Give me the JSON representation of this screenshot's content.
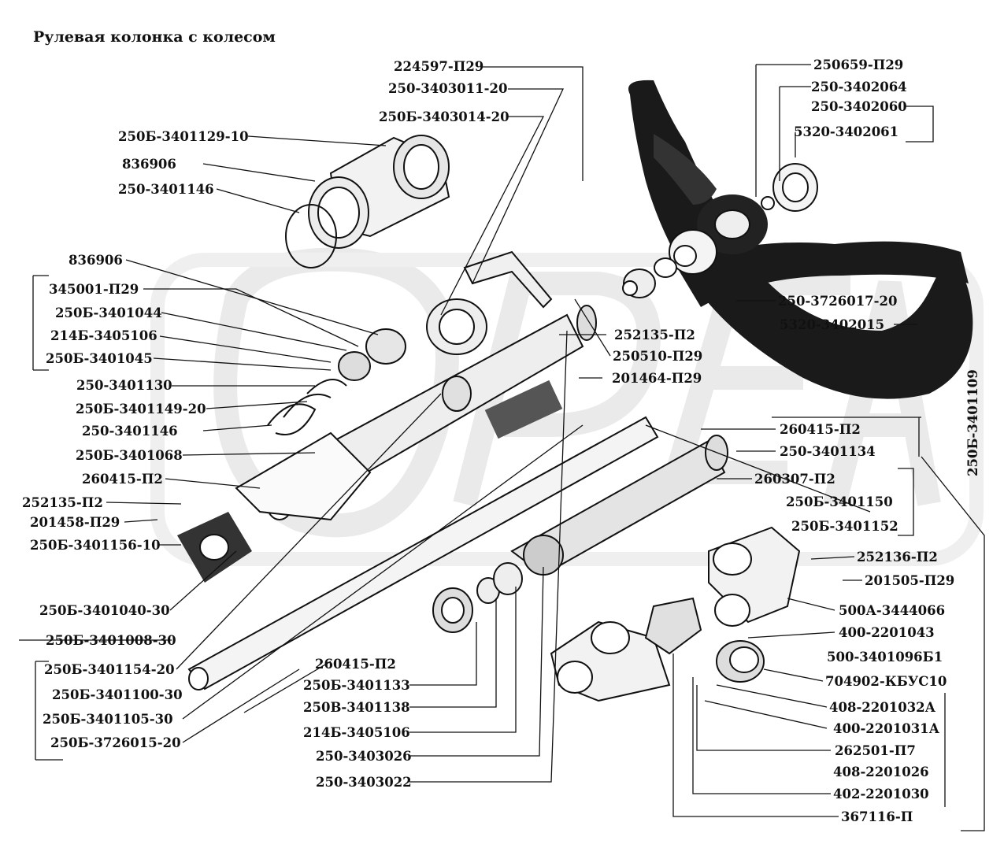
{
  "title": "Рулевая колонка с колесом",
  "labels": {
    "l01": "224597-П29",
    "l02": "250-3403011-20",
    "l03": "250Б-3403014-20",
    "l04": "250Б-3401129-10",
    "l05": "836906",
    "l06": "250-3401146",
    "l07": "836906",
    "l08": "345001-П29",
    "l09": "250Б-3401044",
    "l10": "214Б-3405106",
    "l11": "250Б-3401045",
    "l12": "250-3401130",
    "l13": "250Б-3401149-20",
    "l14": "250-3401146",
    "l15": "250Б-3401068",
    "l16": "260415-П2",
    "l17": "252135-П2",
    "l18": "201458-П29",
    "l19": "250Б-3401156-10",
    "l20": "250Б-3401040-30",
    "l21": "250Б-3401008-30",
    "l22": "250Б-3401154-20",
    "l23": "250Б-3401100-30",
    "l24": "250Б-3401105-30",
    "l25": "250Б-3726015-20",
    "l26": "260415-П2",
    "l27": "250Б-3401133",
    "l28": "250В-3401138",
    "l29": "214Б-3405106",
    "l30": "250-3403026",
    "l31": "250-3403022",
    "r01": "250659-П29",
    "r02": "250-3402064",
    "r03": "250-3402060",
    "r04": "5320-3402061",
    "r05": "250-3726017-20",
    "r06": "5320-3402015",
    "r07": "252135-П2",
    "r08": "250510-П29",
    "r09": "201464-П29",
    "r10": "260415-П2",
    "r11": "250-3401134",
    "r12": "260307-П2",
    "r13": "250Б-3401150",
    "r14": "250Б-3401152",
    "r15": "252136-П2",
    "r16": "201505-П29",
    "r17": "500А-3444066",
    "r18": "400-2201043",
    "r19": "500-3401096Б1",
    "r20": "704902-КБУС10",
    "r21": "408-2201032А",
    "r22": "400-2201031А",
    "r23": "262501-П7",
    "r24": "408-2201026",
    "r25": "402-2201030",
    "r26": "367116-П",
    "v01": "250Б-3401109"
  }
}
